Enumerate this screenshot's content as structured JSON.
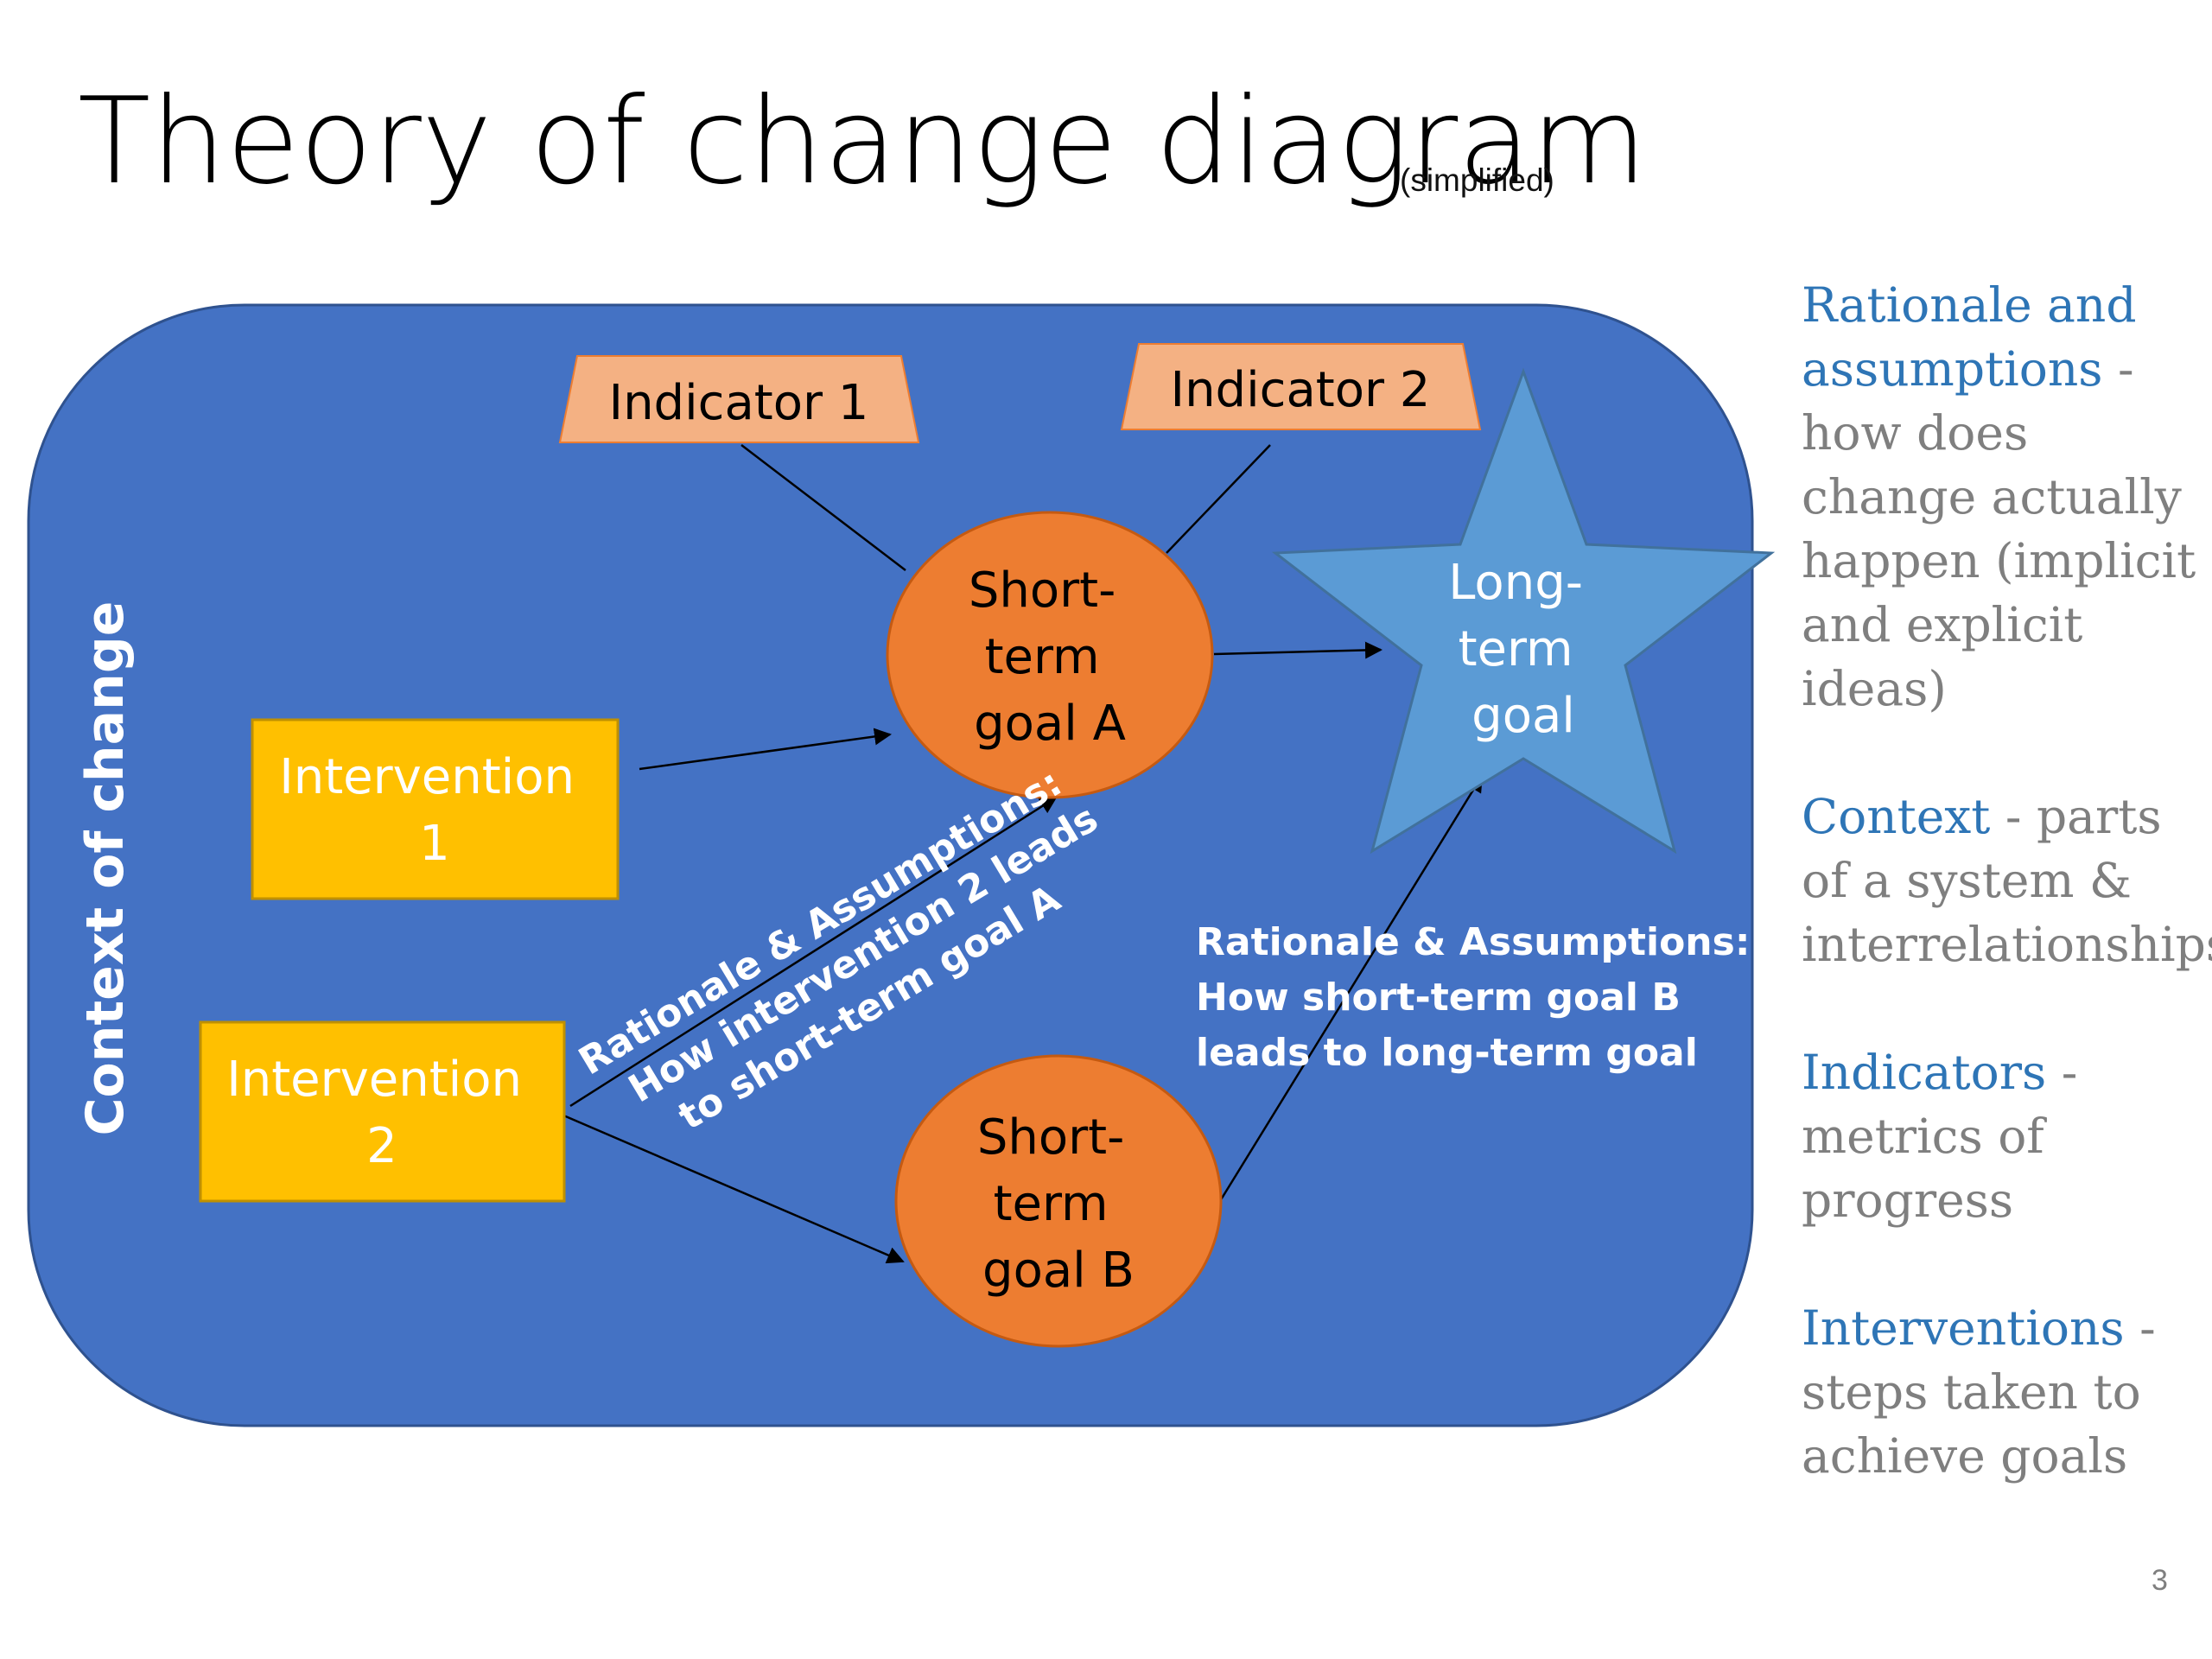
{
  "slide": {
    "title": "Theory of change diagram",
    "subtitle": "(simplified)",
    "page_number": "3"
  },
  "diagram": {
    "context_label": "Context of change",
    "indicators": [
      "Indicator 1",
      "Indicator 2"
    ],
    "interventions": [
      [
        "Intervention",
        "1"
      ],
      [
        "Intervention",
        "2"
      ]
    ],
    "goal_a": [
      "Short-",
      "term",
      "goal A"
    ],
    "goal_b": [
      "Short-",
      "term",
      "goal B"
    ],
    "long_term_goal": [
      "Long-",
      "term",
      "goal"
    ],
    "rationale_a": [
      "Rationale & Assumptions:",
      "How intervention 2 leads",
      "to short-term goal A"
    ],
    "rationale_b": [
      "Rationale & Assumptions:",
      "How short-term goal B",
      "leads to long-term goal"
    ]
  },
  "legend": [
    {
      "term": "Rationale and assumptions",
      "desc": "how does change actually happen (implicit and explicit ideas)"
    },
    {
      "term": "Context",
      "desc": "parts of a system & interrelationships"
    },
    {
      "term": "Indicators",
      "desc": "metrics of progress"
    },
    {
      "term": "Interventions",
      "desc": "steps taken to achieve goals"
    }
  ],
  "colors": {
    "context_box": "#4472c4",
    "indicator": "#f4b183",
    "intervention": "#ffc000",
    "short_term_goal": "#ed7d31",
    "long_term_goal": "#5b9bd5",
    "legend_term": "#2e75b6",
    "legend_desc": "#7f7f7f"
  }
}
